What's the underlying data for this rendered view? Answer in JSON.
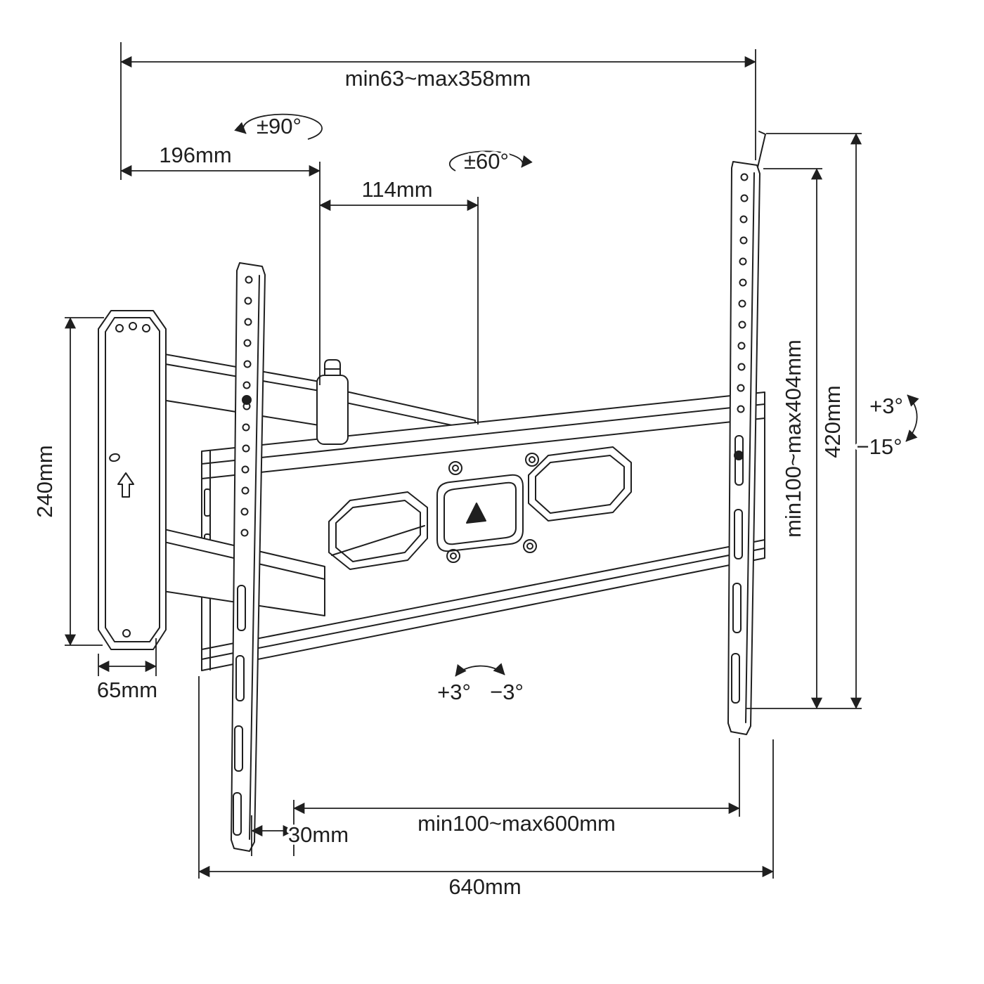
{
  "drawing": {
    "subject": "TV wall mount bracket dimension drawing",
    "background": "#ffffff",
    "line_color": "#1f1f1f"
  },
  "dims": {
    "top_width": "min63~max358mm",
    "swivel_outer": "±90°",
    "swivel_inner": "±60°",
    "upper_arm_length": "196mm",
    "lower_arm_length": "114mm",
    "wall_plate_height": "240mm",
    "wall_plate_width": "65mm",
    "vesa_vertical": "min100~max404mm",
    "rail_height": "420mm",
    "tilt_up": "+3°",
    "tilt_down": "−15°",
    "level_adjust_plus": "+3°",
    "level_adjust_minus": "−3°",
    "rail_inset": "30mm",
    "vesa_horizontal": "min100~max600mm",
    "bracket_width": "640mm"
  }
}
